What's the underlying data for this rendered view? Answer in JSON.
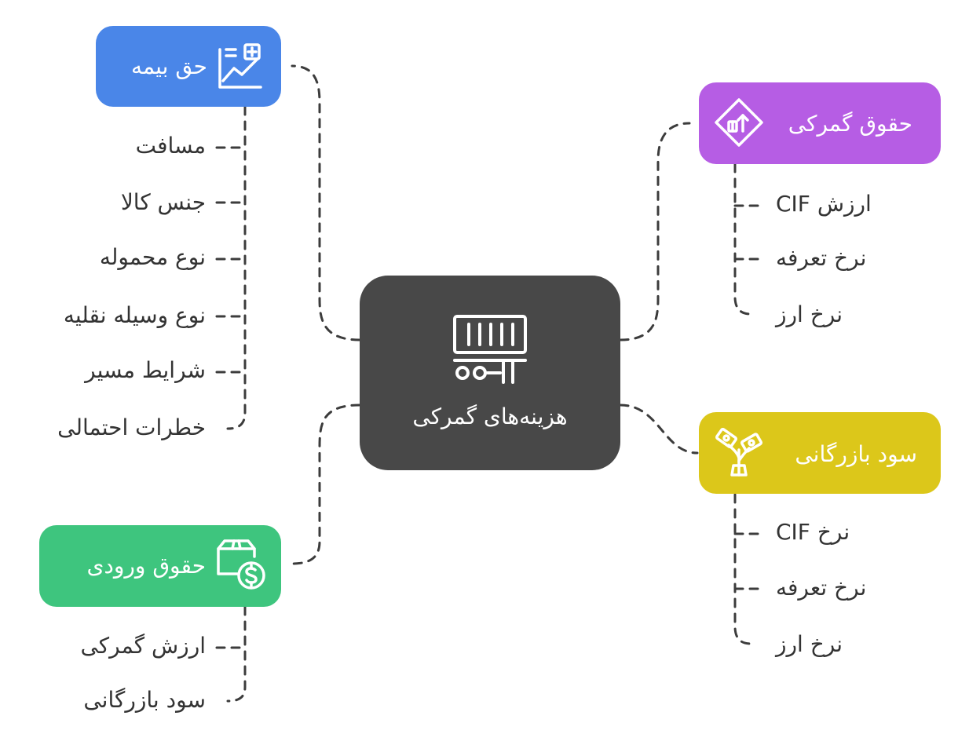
{
  "center": {
    "title": "هزینه‌های گمرکی",
    "color": "#484848",
    "icon": "container-cart-icon"
  },
  "branches": [
    {
      "id": "insurance",
      "title": "حق بیمه",
      "color": "#4A86E8",
      "icon": "chart-plus-icon",
      "items": [
        "مسافت",
        "جنس کالا",
        "نوع محموله",
        "نوع وسیله نقلیه",
        "شرایط مسیر",
        "خطرات احتمالی"
      ]
    },
    {
      "id": "customs-duties",
      "title": "حقوق گمرکی",
      "color": "#B65DE4",
      "icon": "diamond-arrow-icon",
      "items": [
        "CIF ارزش",
        "نرخ تعرفه",
        "نرخ ارز"
      ]
    },
    {
      "id": "commercial-profit",
      "title": "سود بازرگانی",
      "color": "#DCC71A",
      "icon": "money-plant-icon",
      "items": [
        "CIF نرخ",
        "نرخ تعرفه",
        "نرخ ارز"
      ]
    },
    {
      "id": "entry-duties",
      "title": "حقوق ورودی",
      "color": "#3EC57E",
      "icon": "box-dollar-icon",
      "items": [
        "ارزش گمرکی",
        "سود بازرگانی"
      ]
    }
  ]
}
